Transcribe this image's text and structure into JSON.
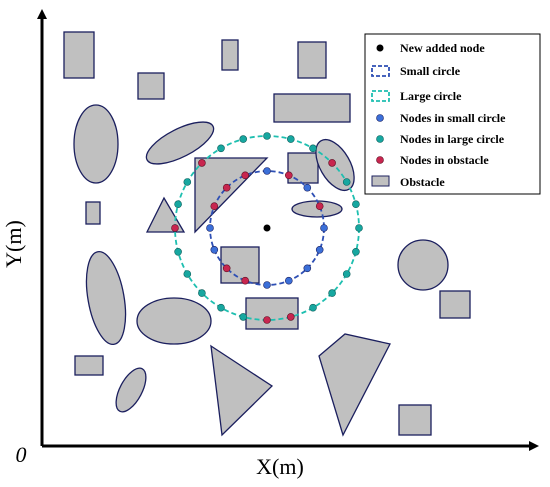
{
  "axes": {
    "x_label": "X(m)",
    "y_label": "Y(m)",
    "origin_label": "0"
  },
  "legend": {
    "new_node": "New added node",
    "small_circle": "Small circle",
    "large_circle": "Large circle",
    "nodes_small": "Nodes in small circle",
    "nodes_large": "Nodes in large circle",
    "nodes_obstacle": "Nodes in obstacle",
    "obstacle": "Obstacle"
  },
  "colors": {
    "obstacle_fill": "#c0c0c0",
    "obstacle_stroke": "#1b1f5e",
    "small_circle": "#2e4fb4",
    "large_circle": "#1ebfb0",
    "node_small": "#3b6fd8",
    "node_large": "#17a7a0",
    "node_obstacle": "#c8264f",
    "new_node": "#000000"
  }
}
